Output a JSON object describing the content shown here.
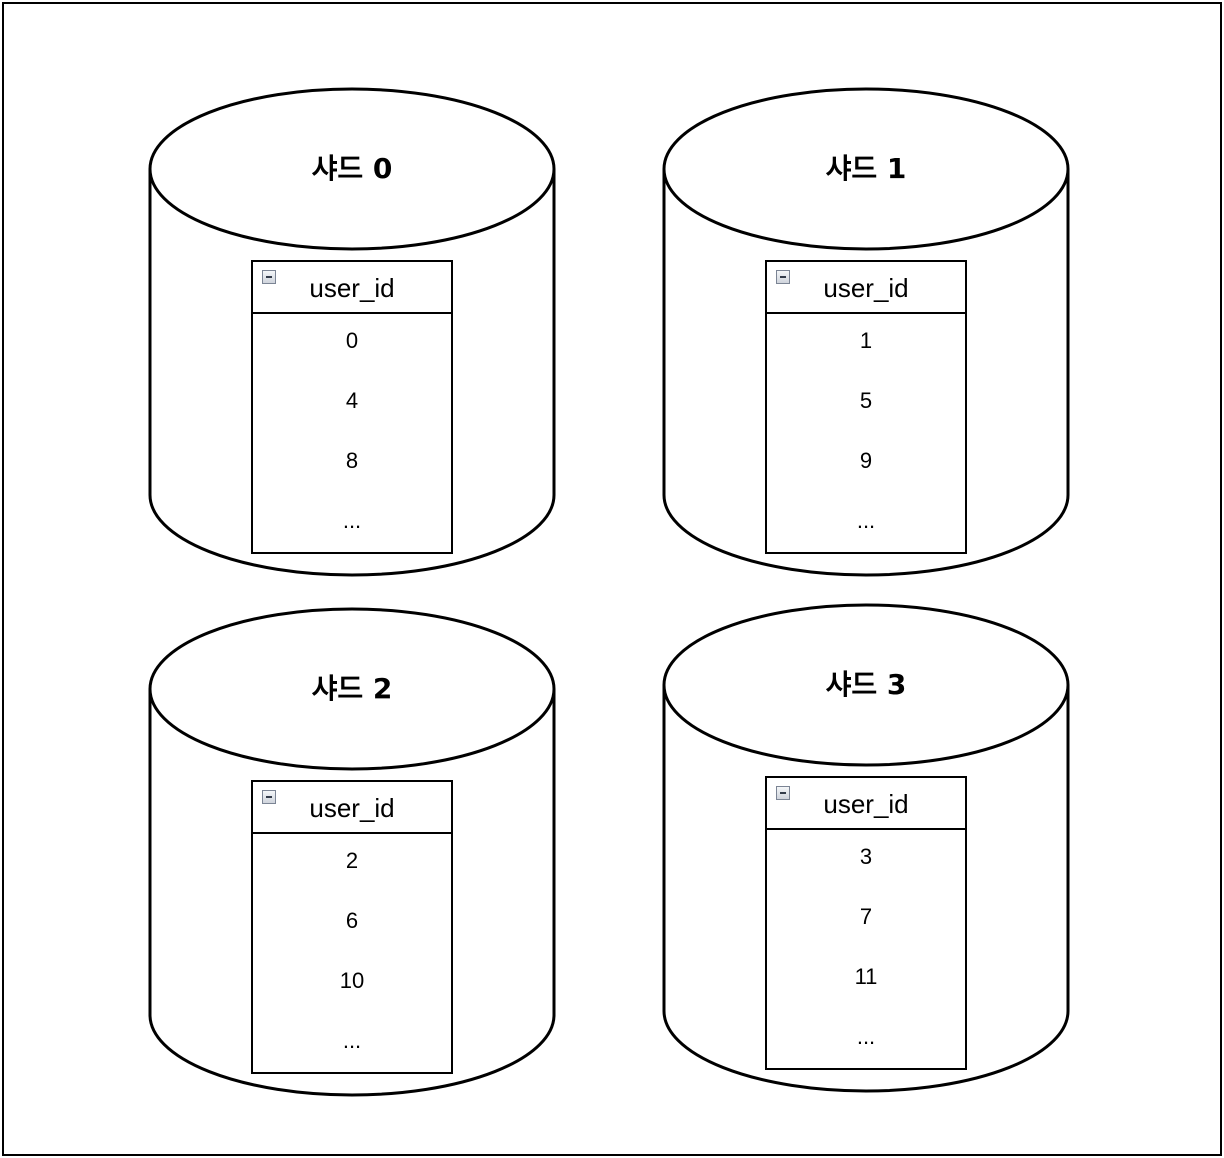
{
  "shards": [
    {
      "title": "샤드 0",
      "table": {
        "header": "user_id",
        "rows": [
          "0",
          "4",
          "8",
          "..."
        ]
      }
    },
    {
      "title": "샤드 1",
      "table": {
        "header": "user_id",
        "rows": [
          "1",
          "5",
          "9",
          "..."
        ]
      }
    },
    {
      "title": "샤드 2",
      "table": {
        "header": "user_id",
        "rows": [
          "2",
          "6",
          "10",
          "..."
        ]
      }
    },
    {
      "title": "샤드 3",
      "table": {
        "header": "user_id",
        "rows": [
          "3",
          "7",
          "11",
          "..."
        ]
      }
    }
  ]
}
